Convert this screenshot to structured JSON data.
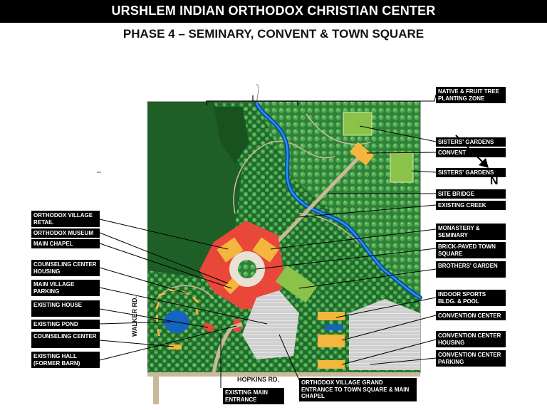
{
  "header": {
    "title": "URSHLEM INDIAN ORTHODOX CHRISTIAN CENTER",
    "subtitle": "PHASE 4 – SEMINARY, CONVENT & TOWN SQUARE"
  },
  "labels_right": {
    "native_fruit": "NATIVE & FRUIT TREE PLANTING ZONE",
    "sisters_gardens_1": "SISTERS' GARDENS",
    "convent": "CONVENT",
    "sisters_gardens_2": "SISTERS' GARDENS",
    "site_bridge": "SITE BRIDGE",
    "existing_creek": "EXISTING CREEK",
    "monastery": "MONASTERY & SEMINARY",
    "town_square": "BRICK-PAVED TOWN SQUARE",
    "brothers_garden": "BROTHERS' GARDEN",
    "indoor_sports": "INDOOR SPORTS BLDG. & POOL",
    "convention_center": "CONVENTION CENTER",
    "convention_housing": "CONVENTION CENTER HOUSING",
    "convention_parking": "CONVENTION CENTER PARKING"
  },
  "labels_left": {
    "village_retail": "ORTHODOX VILLAGE RETAIL",
    "museum": "ORTHODOX MUSEUM",
    "main_chapel": "MAIN CHAPEL",
    "counseling_housing": "COUNSELING CENTER HOUSING",
    "village_parking": "MAIN VILLAGE PARKING",
    "existing_house": "EXISTING HOUSE",
    "existing_pond": "EXISTING POND",
    "counseling_center": "COUNSELING CENTER",
    "existing_hall": "EXISTING HALL (FORMER BARN)"
  },
  "labels_bottom": {
    "main_entrance": "EXISTING MAIN ENTRANCE",
    "grand_entrance": "ORTHODOX VILLAGE GRAND ENTRANCE TO TOWN SQUARE & MAIN CHAPEL"
  },
  "roads": {
    "walker": "WALKER RD.",
    "hopkins": "HOPKINS RD."
  },
  "compass": {
    "north": "N"
  },
  "colors": {
    "forest": "#1e6b2a",
    "tree": "#3f9a45",
    "tree_light": "#6cc065",
    "building": "#f4b63c",
    "brick": "#e8473a",
    "creek": "#1565c0",
    "garden": "#8bc34a",
    "path": "#c9b99a"
  }
}
